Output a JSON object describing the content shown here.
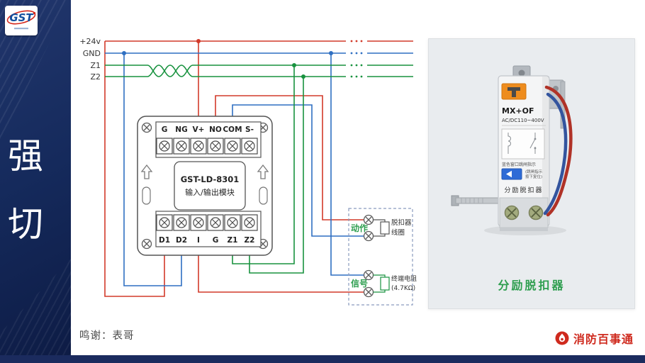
{
  "sidebar": {
    "logo": "GST",
    "title_top": "强",
    "title_bottom": "切"
  },
  "wiring": {
    "bus_labels": {
      "v24": "+24v",
      "gnd": "GND",
      "z1": "Z1",
      "z2": "Z2"
    },
    "module": {
      "model": "GST-LD-8301",
      "type": "输入/输出模块",
      "top_terminals": [
        "G",
        "NG",
        "V+",
        "NO",
        "COM",
        "S-"
      ],
      "bottom_terminals": [
        "D1",
        "D2",
        "I",
        "G",
        "Z1",
        "Z2"
      ]
    },
    "trip_unit": {
      "action_label": "动作",
      "coil_line1": "脱扣器",
      "coil_line2": "线圈",
      "signal_label": "信号",
      "resistor_line1": "终端电阻",
      "resistor_line2": "(4.7KΩ)"
    }
  },
  "photo": {
    "caption": "分励脱扣器",
    "device": {
      "model": "MX+OF",
      "voltage": "AC/DC110~400V",
      "indicator_note": "蓝色窗口跳闸指示",
      "reset_note1": "(跳闸指示",
      "reset_note2": "按下复位)",
      "label": "分励脱扣器"
    }
  },
  "footer": {
    "credit": "鸣谢：表哥",
    "brand": "消防百事通"
  },
  "colors": {
    "wire_red": "#d23a2a",
    "wire_blue": "#2f6fc2",
    "wire_green": "#18923f",
    "accent_green": "#2e9e4f",
    "brand_red": "#cf2a1e",
    "navy": "#16255a"
  }
}
